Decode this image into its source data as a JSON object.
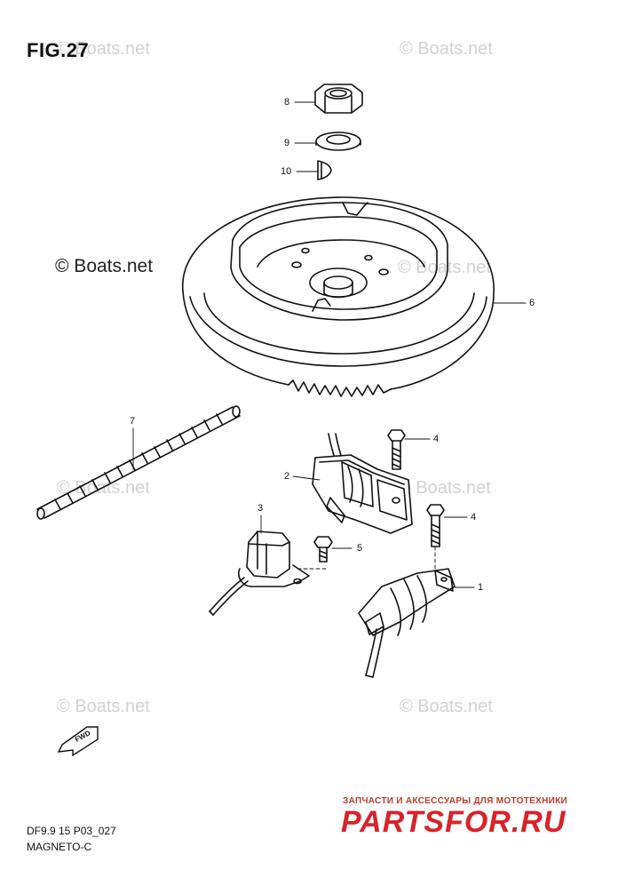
{
  "figure_title": "FIG.27",
  "copyright": "© Boats.net",
  "watermark": "© Boats.net",
  "callouts": [
    "8",
    "9",
    "10",
    "6",
    "7",
    "4",
    "2",
    "4",
    "3",
    "5",
    "1"
  ],
  "front_arrow_label": "FWD",
  "model_code": "DF9.9 15 P03_027",
  "section_name": "MAGNETO-C",
  "shop_tagline": "ЗАПЧАСТИ И АКСЕССУАРЫ ДЛЯ МОТОТЕХНИКИ",
  "shop_logo": "PARTSFOR.RU",
  "colors": {
    "line": "#111111",
    "watermark": "#d2d2d2",
    "brand_red": "#d8232a"
  }
}
